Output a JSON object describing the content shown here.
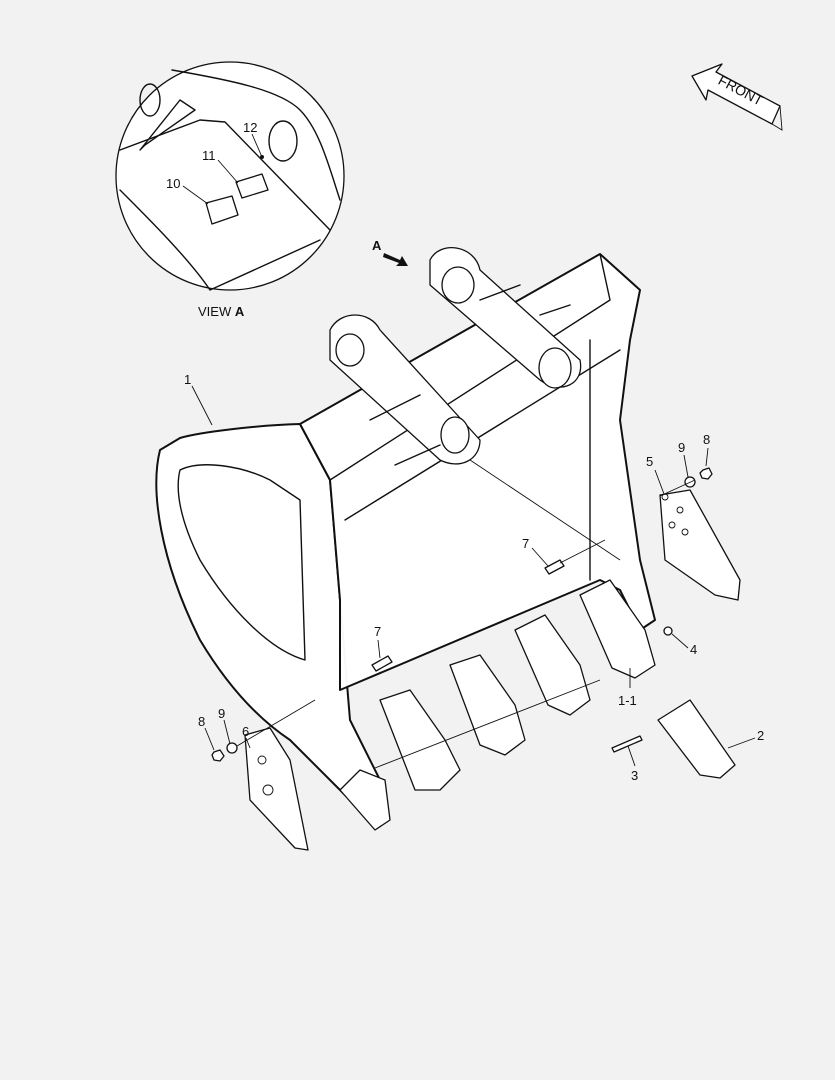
{
  "diagram": {
    "callouts": {
      "c1": "1",
      "c1_1": "1-1",
      "c2": "2",
      "c3": "3",
      "c4": "4",
      "c5": "5",
      "c6": "6",
      "c7a": "7",
      "c7b": "7",
      "c8a": "8",
      "c8b": "8",
      "c9a": "9",
      "c9b": "9",
      "c10": "10",
      "c11": "11",
      "c12": "12"
    },
    "view_label_prefix": "VIEW",
    "view_label_letter": "A",
    "view_arrow_letter": "A",
    "front_arrow_label": "FRONT"
  }
}
